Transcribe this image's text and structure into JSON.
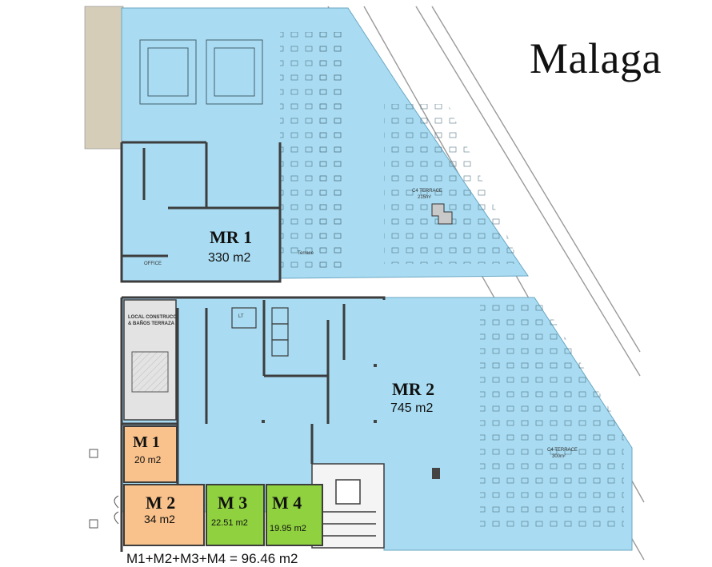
{
  "title": "Malaga",
  "rooms": {
    "mr1": {
      "name": "MR 1",
      "area": "330 m2"
    },
    "mr2": {
      "name": "MR 2",
      "area": "745 m2"
    },
    "m1": {
      "name": "M 1",
      "area": "20 m2"
    },
    "m2": {
      "name": "M 2",
      "area": "34 m2"
    },
    "m3": {
      "name": "M 3",
      "area": "22.51 m2"
    },
    "m4": {
      "name": "M 4",
      "area": "19.95 m2"
    }
  },
  "total": "M1+M2+M3+M4 = 96.46 m2",
  "plan_labels": {
    "terrace_upper": "C4 TERRACE",
    "terrace_upper_area": "215m²",
    "terrace_lower": "C4 TERRACE",
    "terrace_lower_area": "300m²",
    "terrace": "Terrace",
    "office": "OFFICE",
    "lt": "LT",
    "local": "LOCAL CONSTRUCC",
    "local2": "& BAÑOS TERRAZA"
  },
  "colors": {
    "blue_fill": "#a9dcf2",
    "orange_fill": "#f9c18b",
    "green_fill": "#8fd13f",
    "wall": "#3d3d3d",
    "tan": "#d6cdb9"
  }
}
